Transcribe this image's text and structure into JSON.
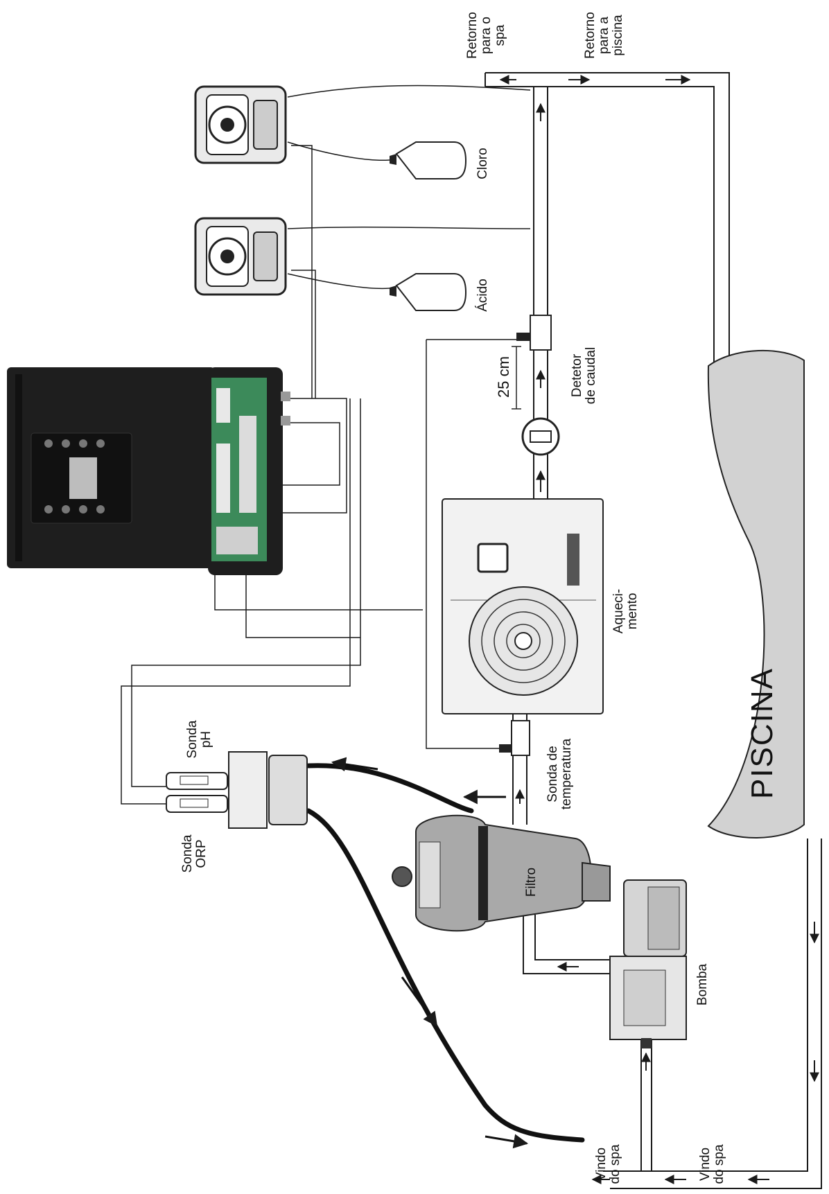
{
  "labels": {
    "return_spa": "Retorno\npara o\nspa",
    "return_pool": "Retorno\npara a\npiscina",
    "chlorine": "Cloro",
    "acid": "Ácido",
    "flow_detector": "Detetor\nde caudal",
    "distance": "25 cm",
    "heating": "Aqueci-\nmento",
    "pool": "PISCINA",
    "ph_probe": "Sonda\npH",
    "orp_probe": "Sonda\nORP",
    "temp_probe": "Sonda de\ntemperatura",
    "filter": "Filtro",
    "pump": "Bomba",
    "from_spa_1": "Vindo\ndo spa",
    "from_spa_2": "Vindo\ndo spa"
  },
  "colors": {
    "line": "#1a1a1a",
    "controller": "#1e1e1e",
    "board": "#3c8a5a",
    "pool_fill": "#d2d2d2",
    "filter_fill": "#a9a9a9",
    "heatpump_fill": "#f2f2f2"
  }
}
